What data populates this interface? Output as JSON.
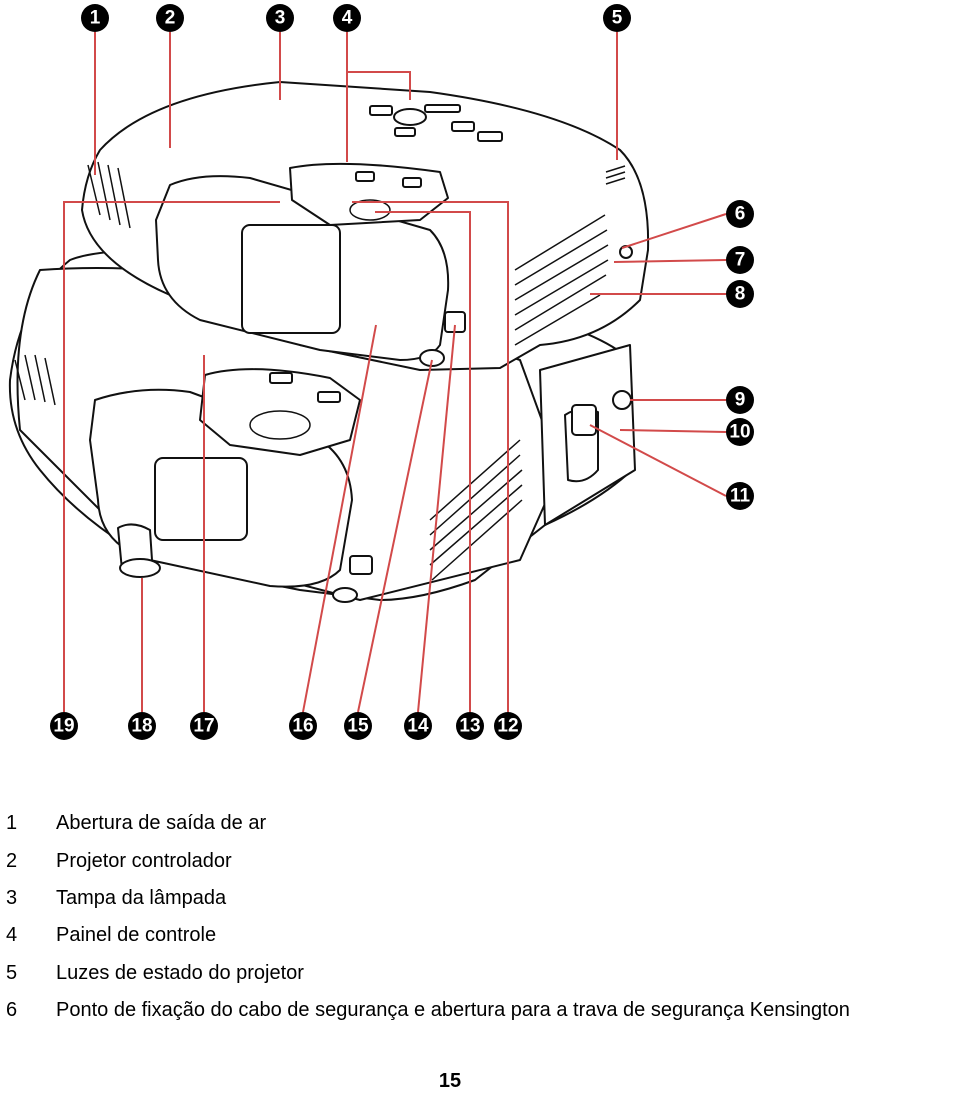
{
  "diagram": {
    "callout_numbers": [
      "1",
      "2",
      "3",
      "4",
      "5",
      "6",
      "7",
      "8",
      "9",
      "10",
      "11",
      "12",
      "13",
      "14",
      "15",
      "16",
      "17",
      "18",
      "19"
    ]
  },
  "legend": [
    {
      "number": "1",
      "text": "Abertura de saída de ar"
    },
    {
      "number": "2",
      "text": "Projetor controlador"
    },
    {
      "number": "3",
      "text": "Tampa da lâmpada"
    },
    {
      "number": "4",
      "text": "Painel de controle"
    },
    {
      "number": "5",
      "text": "Luzes de estado do projetor"
    },
    {
      "number": "6",
      "text": "Ponto de fixação do cabo de segurança e abertura para a trava de segurança Kensington"
    }
  ],
  "page_number": "15",
  "colors": {
    "leader_line": "#d24a4a",
    "callout_fill": "#000000",
    "outline": "#111111"
  }
}
